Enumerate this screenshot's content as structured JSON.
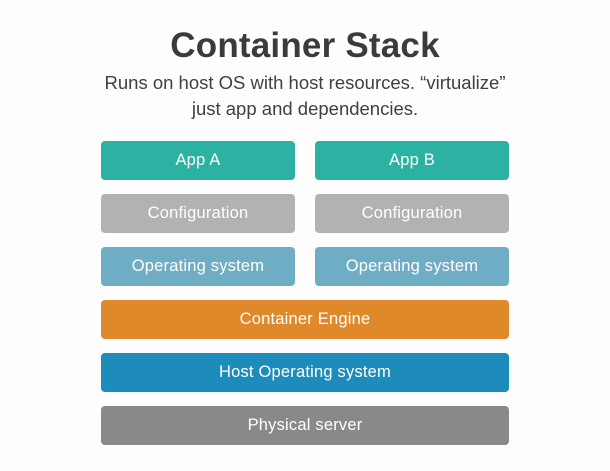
{
  "title": "Container Stack",
  "subtitle_lines": [
    "Runs on host OS with host resources. “virtualize”",
    "just app and dependencies."
  ],
  "colors": {
    "app": "#2cb2a2",
    "configuration": "#b2b2b2",
    "operating_system": "#6fadc4",
    "container_engine": "#e0892a",
    "host_os": "#1e8cba",
    "physical_server": "#898989",
    "heading_text": "#3b3b3b",
    "box_text": "#ffffff",
    "background": "#fdfdfd"
  },
  "stack": {
    "paired_rows": [
      {
        "left": "App A",
        "right": "App B",
        "color": "#2cb2a2"
      },
      {
        "left": "Configuration",
        "right": "Configuration",
        "color": "#b2b2b2"
      },
      {
        "left": "Operating system",
        "right": "Operating system",
        "color": "#6fadc4"
      }
    ],
    "full_rows": [
      {
        "label": "Container Engine",
        "color": "#e0892a"
      },
      {
        "label": "Host Operating system",
        "color": "#1e8cba"
      },
      {
        "label": "Physical server",
        "color": "#898989"
      }
    ]
  }
}
